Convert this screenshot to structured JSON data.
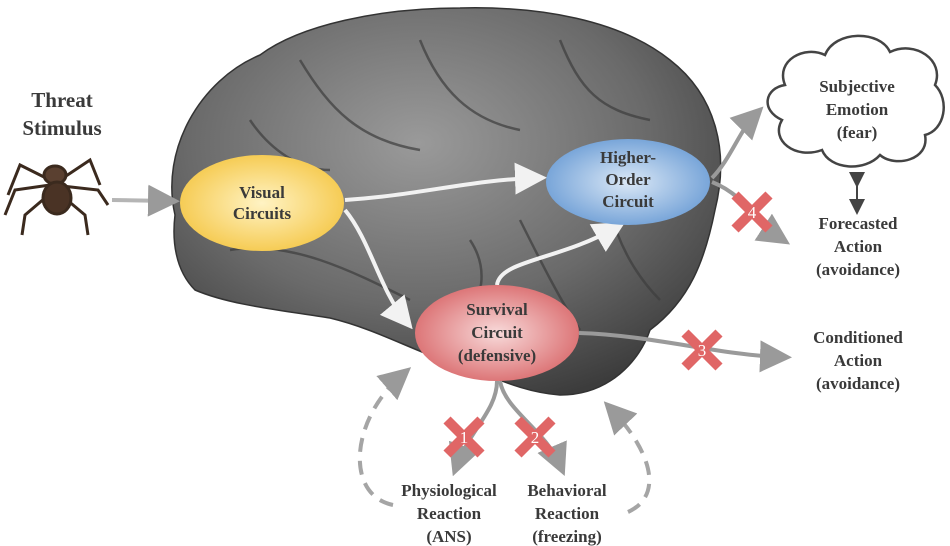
{
  "stimulus": {
    "line1": "Threat",
    "line2": "Stimulus"
  },
  "visual": {
    "line1": "Visual",
    "line2": "Circuits"
  },
  "higher": {
    "line1": "Higher-",
    "line2": "Order",
    "line3": "Circuit"
  },
  "survival": {
    "line1": "Survival",
    "line2": "Circuit",
    "line3": "(defensive)"
  },
  "emotion": {
    "line1": "Subjective",
    "line2": "Emotion",
    "line3": "(fear)"
  },
  "forecasted": {
    "line1": "Forecasted",
    "line2": "Action",
    "line3": "(avoidance)"
  },
  "conditioned": {
    "line1": "Conditioned",
    "line2": "Action",
    "line3": "(avoidance)"
  },
  "physio": {
    "line1": "Physiological",
    "line2": "Reaction",
    "line3": "(ANS)"
  },
  "behavioral": {
    "line1": "Behavioral",
    "line2": "Reaction",
    "line3": "(freezing)"
  },
  "blocks": [
    "1",
    "2",
    "3",
    "4"
  ],
  "colors": {
    "visual": "#f7d56b",
    "higher": "#7fa9d9",
    "survival": "#e07f80",
    "block": "#e06666",
    "arrow": "#9a9a9a",
    "brain": "#6e6e6e"
  }
}
